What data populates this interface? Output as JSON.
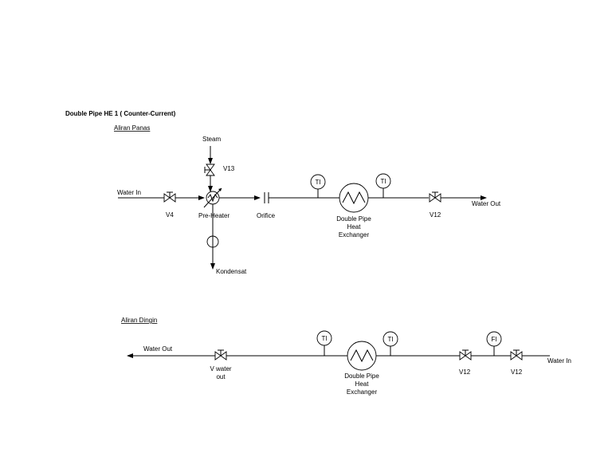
{
  "title": "Double Pipe HE 1 ( Counter-Current)",
  "hot": {
    "section_label": "Aliran Panas",
    "steam_label": "Steam",
    "valve_steam": "V13",
    "water_in": "Water In",
    "valve_in": "V4",
    "preheater": "Pre-Heater",
    "orifice": "Orifice",
    "ti_before": "TI",
    "ti_after": "TI",
    "exchanger_line1": "Double Pipe",
    "exchanger_line2": "Heat",
    "exchanger_line3": "Exchanger",
    "valve_out": "V12",
    "water_out": "Water Out",
    "condensate": "Kondensat"
  },
  "cold": {
    "section_label": "Aliran Dingin",
    "water_out": "Water Out",
    "valve_out_line1": "V water",
    "valve_out_line2": "out",
    "ti_left": "TI",
    "ti_right": "TI",
    "exchanger_line1": "Double Pipe",
    "exchanger_line2": "Heat",
    "exchanger_line3": "Exchanger",
    "valve_mid": "V12",
    "fi": "FI",
    "valve_in": "V12",
    "water_in": "Water In"
  }
}
